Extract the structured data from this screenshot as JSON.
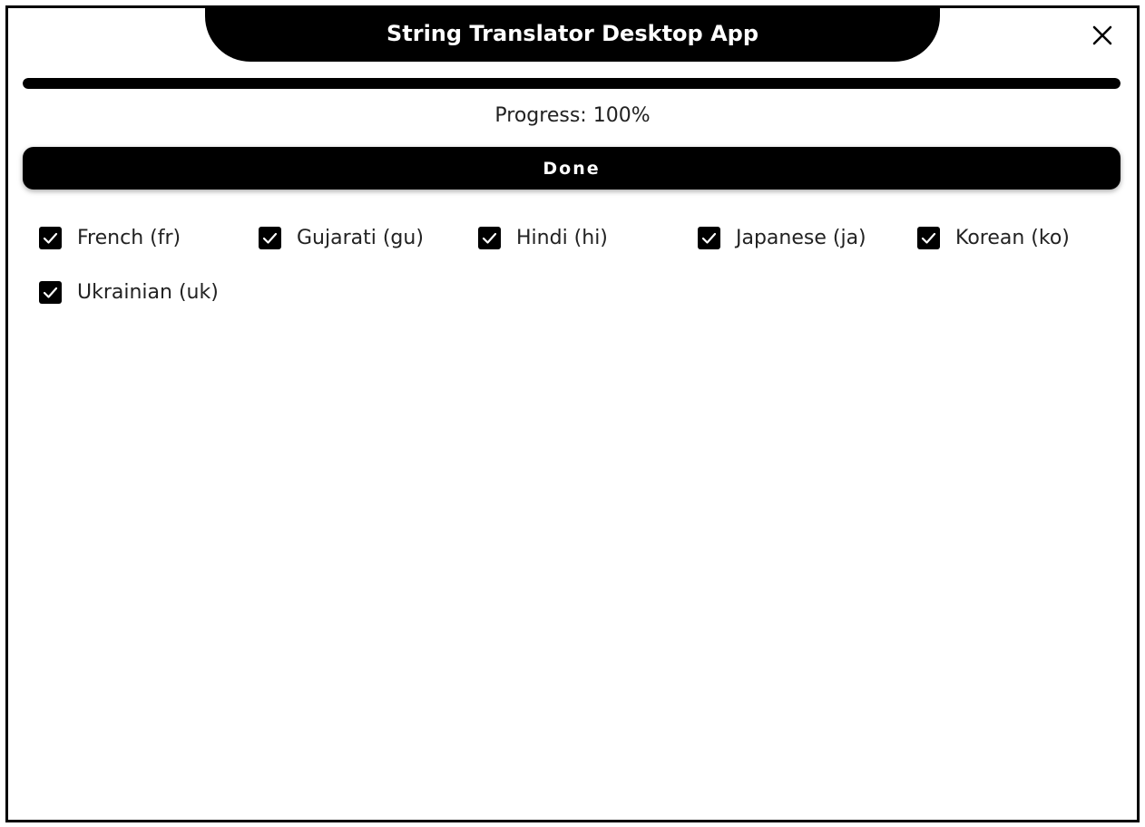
{
  "app": {
    "title": "String Translator Desktop App"
  },
  "icons": {
    "close": "close-icon",
    "check": "checkmark-icon"
  },
  "progress": {
    "percent": 100,
    "label": "Progress: 100%"
  },
  "actions": {
    "done_label": "Done"
  },
  "languages": [
    {
      "label": "French (fr)",
      "checked": true
    },
    {
      "label": "Gujarati (gu)",
      "checked": true
    },
    {
      "label": "Hindi (hi)",
      "checked": true
    },
    {
      "label": "Japanese (ja)",
      "checked": true
    },
    {
      "label": "Korean (ko)",
      "checked": true
    },
    {
      "label": "Ukrainian (uk)",
      "checked": true
    }
  ],
  "colors": {
    "primary": "#000000",
    "background": "#ffffff",
    "text": "#222222"
  }
}
